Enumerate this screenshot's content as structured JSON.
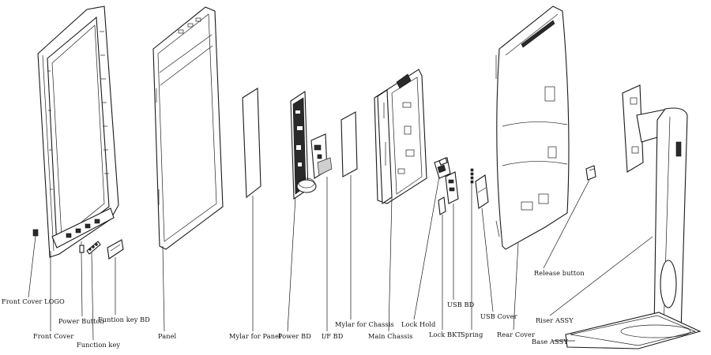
{
  "labels": {
    "front_cover_logo": "Front Cover LOGO",
    "front_cover": "Front Cover",
    "power_button": "Power Button",
    "function_key": "Function key",
    "function_key_bd": "Funtion key BD",
    "panel": "Panel",
    "mylar_for_panel": "Mylar for Panel",
    "power_bd": "Power BD",
    "if_bd": "I/F BD",
    "mylar_for_chassis": "Mylar for Chassis",
    "main_chassis": "Main Chassis",
    "lock_hold": "Lock Hold",
    "lock_bkt": "Lock BKT",
    "usb_bd": "USB BD",
    "spring": "Spring",
    "usb_cover": "USB Cover",
    "rear_cover": "Rear Cover",
    "release_button": "Release button",
    "riser_assy": "Riser ASSY",
    "base_assy": "Base ASSY"
  }
}
